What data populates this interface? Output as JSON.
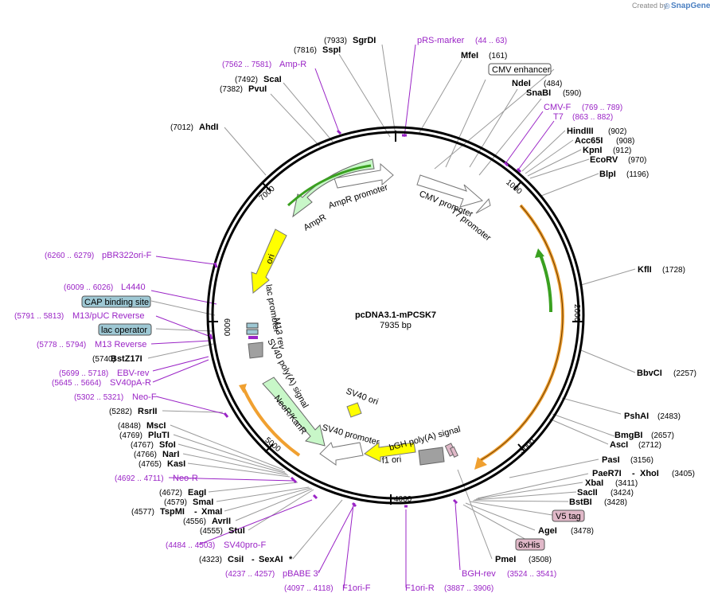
{
  "credit": {
    "prefix": "Created by",
    "brand": "SnapGene"
  },
  "plasmid": {
    "name": "pcDNA3.1-mPCSK7",
    "length": "7935 bp"
  },
  "ticks": [
    "1000",
    "2000",
    "3000",
    "4000",
    "5000",
    "6000",
    "7000"
  ],
  "features": {
    "cmv_promoter": "CMV promoter",
    "t7_promoter": "T7 promoter",
    "ampr": "AmpR",
    "ampr_promoter": "AmpR promoter",
    "ori": "ori",
    "lac_promoter": "lac promoter",
    "m13_rev": "M13 rev",
    "sv40_polya": "SV40 poly(A) signal",
    "neo_kanr": "NeoR/KanR",
    "sv40_ori": "SV40 ori",
    "sv40_promoter": "SV40 promoter",
    "f1_ori": "f1 ori",
    "bgh_polya": "bGH poly(A) signal"
  },
  "boxed": {
    "cmv_enhancer": "CMV enhancer",
    "cap_site": "CAP binding site",
    "lac_operator": "lac operator",
    "v5_tag": "V5 tag",
    "his_tag": "6xHis"
  },
  "sites": {
    "sgrdi": {
      "name": "SgrDI",
      "pos": "(7933)"
    },
    "sspi": {
      "name": "SspI",
      "pos": "(7816)"
    },
    "mfei": {
      "name": "MfeI",
      "pos": "(161)"
    },
    "scai": {
      "name": "ScaI",
      "pos": "(7492)"
    },
    "pvui": {
      "name": "PvuI",
      "pos": "(7382)"
    },
    "ndei": {
      "name": "NdeI",
      "pos": "(484)"
    },
    "snabi": {
      "name": "SnaBI",
      "pos": "(590)"
    },
    "ahdi": {
      "name": "AhdI",
      "pos": "(7012)"
    },
    "hindiii": {
      "name": "HindIII",
      "pos": "(902)"
    },
    "acc65i": {
      "name": "Acc65I",
      "pos": "(908)"
    },
    "kpni": {
      "name": "KpnI",
      "pos": "(912)"
    },
    "ecorv": {
      "name": "EcoRV",
      "pos": "(970)"
    },
    "blpi": {
      "name": "BlpI",
      "pos": "(1196)"
    },
    "kfli": {
      "name": "KflI",
      "pos": "(1728)"
    },
    "bbvci": {
      "name": "BbvCI",
      "pos": "(2257)"
    },
    "pshai": {
      "name": "PshAI",
      "pos": "(2483)"
    },
    "bmgbi": {
      "name": "BmgBI",
      "pos": "(2657)"
    },
    "asci": {
      "name": "AscI",
      "pos": "(2712)"
    },
    "pasi": {
      "name": "PasI",
      "pos": "(3156)"
    },
    "paer7i": {
      "name": "PaeR7I",
      "sep": "-",
      "name2": "XhoI",
      "pos": "(3405)"
    },
    "xbai": {
      "name": "XbaI",
      "pos": "(3411)"
    },
    "sacii": {
      "name": "SacII",
      "pos": "(3424)"
    },
    "bstbi": {
      "name": "BstBI",
      "pos": "(3428)"
    },
    "agei": {
      "name": "AgeI",
      "pos": "(3478)"
    },
    "pmei": {
      "name": "PmeI",
      "pos": "(3508)"
    },
    "bstz17i": {
      "name": "BstZ17I",
      "pos": "(5740)"
    },
    "rsrii": {
      "name": "RsrII",
      "pos": "(5282)"
    },
    "msci": {
      "name": "MscI",
      "pos": "(4848)"
    },
    "plui": {
      "name": "PluTI",
      "pos": "(4769)"
    },
    "sfoi": {
      "name": "SfoI",
      "pos": "(4767)"
    },
    "nari": {
      "name": "NarI",
      "pos": "(4766)"
    },
    "kasi": {
      "name": "KasI",
      "pos": "(4765)"
    },
    "eagi": {
      "name": "EagI",
      "pos": "(4672)"
    },
    "smai": {
      "name": "SmaI",
      "pos": "(4579)"
    },
    "tspmi": {
      "name": "TspMI",
      "sep": "-",
      "name2": "XmaI",
      "pos": "(4577)"
    },
    "avrii": {
      "name": "AvrII",
      "pos": "(4556)"
    },
    "stui": {
      "name": "StuI",
      "pos": "(4555)"
    },
    "csii": {
      "name": "CsiI",
      "sep": "-",
      "name2": "SexAI",
      "star": "*",
      "pos": "(4323)"
    }
  },
  "primers": {
    "prs_marker": {
      "name": "pRS-marker",
      "range": "(44 .. 63)"
    },
    "amp_r": {
      "name": "Amp-R",
      "range": "(7562 .. 7581)"
    },
    "cmv_f": {
      "name": "CMV-F",
      "range": "(769 .. 789)"
    },
    "t7": {
      "name": "T7",
      "range": "(863 .. 882)"
    },
    "pbr322ori_f": {
      "name": "pBR322ori-F",
      "range": "(6260 .. 6279)"
    },
    "l4440": {
      "name": "L4440",
      "range": "(6009 .. 6026)"
    },
    "m13_puc_rev": {
      "name": "M13/pUC Reverse",
      "range": "(5791 .. 5813)"
    },
    "m13_reverse": {
      "name": "M13 Reverse",
      "range": "(5778 .. 5794)"
    },
    "ebv_rev": {
      "name": "EBV-rev",
      "range": "(5699 .. 5718)"
    },
    "sv40pa_r": {
      "name": "SV40pA-R",
      "range": "(5645 .. 5664)"
    },
    "neo_f": {
      "name": "Neo-F",
      "range": "(5302 .. 5321)"
    },
    "neo_r": {
      "name": "Neo-R",
      "range": "(4692 .. 4711)"
    },
    "sv40pro_f": {
      "name": "SV40pro-F",
      "range": "(4484 .. 4503)"
    },
    "pbabe3": {
      "name": "pBABE 3'",
      "range": "(4237 .. 4257)"
    },
    "f1ori_f": {
      "name": "F1ori-F",
      "range": "(4097 .. 4118)"
    },
    "f1ori_r": {
      "name": "F1ori-R",
      "range": "(3887 .. 3906)"
    },
    "bgh_rev": {
      "name": "BGH-rev",
      "range": "(3524 .. 3541)"
    }
  },
  "colors": {
    "backbone": "#000000",
    "primer": "#9a24c6",
    "insert_orange": "#f0a030",
    "insert_green": "#3aa020",
    "promoter_fill": "#ffffff",
    "marker_fill": "#c8f7c8",
    "ori_fill": "#ffff00",
    "polya_fill": "#a0a0a0",
    "misc_blue": "#9ec8d4",
    "tag_pink": "#e0b8c8"
  }
}
